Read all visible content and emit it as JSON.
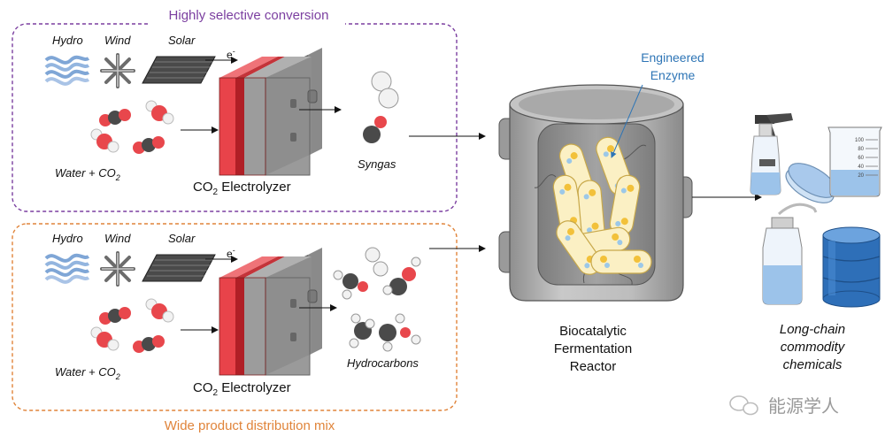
{
  "top_panel": {
    "title": "Highly selective conversion",
    "border_color": "#7b3fa0",
    "sources": {
      "hydro": "Hydro",
      "wind": "Wind",
      "solar": "Solar"
    },
    "electron_label": "e",
    "electron_sup": "-",
    "reactants": {
      "a": "Water + CO",
      "sub": "2"
    },
    "electrolyzer": {
      "a": "CO",
      "sub": "2",
      "b": " Electrolyzer"
    },
    "product": "Syngas"
  },
  "bottom_panel": {
    "title": "Wide product distribution mix",
    "border_color": "#e0843a",
    "sources": {
      "hydro": "Hydro",
      "wind": "Wind",
      "solar": "Solar"
    },
    "electron_label": "e",
    "electron_sup": "-",
    "reactants": {
      "a": "Water + CO",
      "sub": "2"
    },
    "electrolyzer": {
      "a": "CO",
      "sub": "2",
      "b": " Electrolyzer"
    },
    "product": "Hydrocarbons"
  },
  "reactor": {
    "enzyme_label_1": "Engineered",
    "enzyme_label_2": "Enzyme",
    "enzyme_color": "#2e75b6",
    "label_1": "Biocatalytic",
    "label_2": "Fermentation",
    "label_3": "Reactor"
  },
  "outputs": {
    "label_1": "Long-chain",
    "label_2": "commodity",
    "label_3": "chemicals",
    "beaker_ticks": [
      "100",
      "80",
      "60",
      "40",
      "20"
    ]
  },
  "watermark": "能源学人",
  "colors": {
    "electrolyzer_red": "#e8434a",
    "electrolyzer_dark": "#b01f26",
    "carbon": "#4a4a4a",
    "oxygen": "#e8474c",
    "hydrogen": "#f2f2f2",
    "hydro_blue": "#7fa6d6",
    "liquid_blue": "#9cc3ea",
    "bacteria_fill": "#fbf0c4",
    "bacteria_dot": "#f2c13a"
  }
}
